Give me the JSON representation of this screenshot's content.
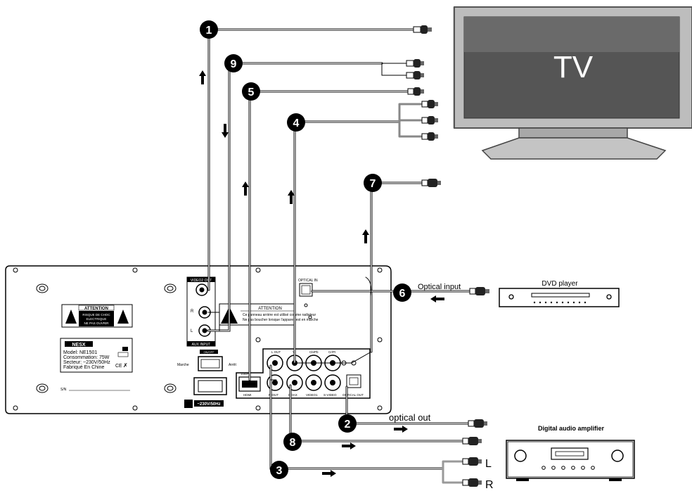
{
  "tv": {
    "label": "TV"
  },
  "dvd": {
    "label": "DVD player"
  },
  "amplifier": {
    "label": "Digital audio amplifier"
  },
  "labels": {
    "optical_input": "Optical input",
    "optical_out": "optical out",
    "left": "L",
    "right": "R"
  },
  "markers": [
    "1",
    "2",
    "3",
    "4",
    "5",
    "6",
    "7",
    "8",
    "9"
  ],
  "panel": {
    "video2_out": "VIDEO2 OUT",
    "aux_input": "AUX INPUT",
    "optical_in": "OPTICAL IN",
    "aux_r": "R",
    "aux_l": "L",
    "attention_title": "ATTENTION",
    "attention_line1": "RISQUE DE CHOC",
    "attention_line2": "ELECTRIQUE",
    "attention_line3": "NE PAS OUVRIR",
    "attention2_title": "ATTENTION",
    "attention2_line1": "Ce panneau arrière est utilisé comme radiateur",
    "attention2_line2": "Ne pas boucher lorsque l'appareil est en marche",
    "brand": "NESX",
    "model": "Model: NE1501",
    "consumption": "Consommation: 75W",
    "mains": "Secteur: ~230V/50Hz",
    "made_in": "Fabriqué En Chine",
    "marche": "Marche",
    "arret": "Arrêt",
    "power_label": "~230V/50Hz",
    "sn": "S/N",
    "l_out": "L OUT",
    "r_out": "R OUT",
    "y": "Y",
    "cb_pb": "Cb/Pb",
    "cr_pr": "Cr/Pr",
    "hdmi": "HDMI",
    "coax": "COAX",
    "video1": "VIDEO1",
    "s_video": "S-VIDEO",
    "optical_out": "OPTICAL OUT",
    "p1080": "1080P",
    "onoff": "ON/OFF"
  }
}
